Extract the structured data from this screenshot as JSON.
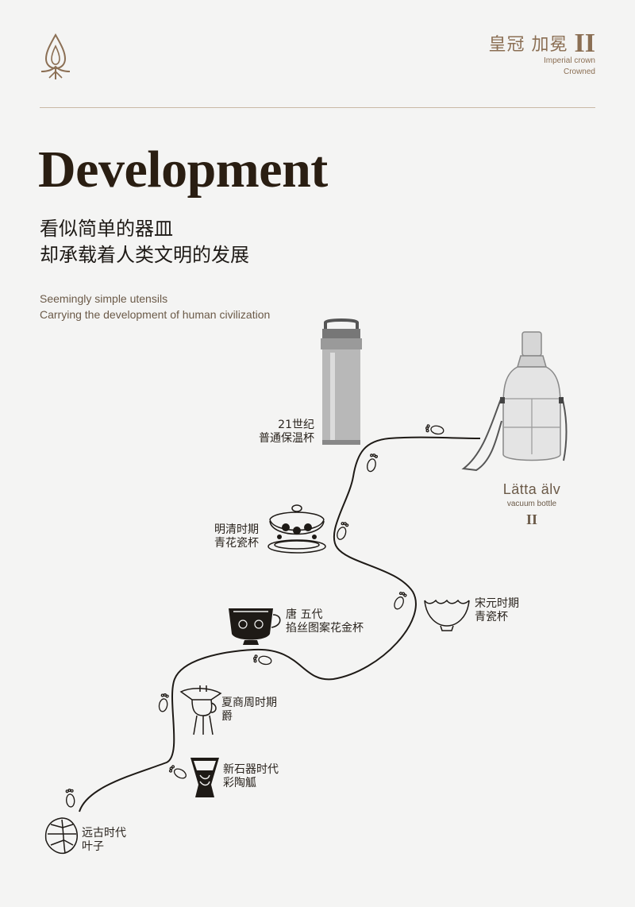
{
  "brand": {
    "title": "皇冠 加冕",
    "numeral": "II",
    "sub_line_1": "Imperial crown",
    "sub_line_2": "Crowned",
    "logo_icon": "flame-leaf-icon",
    "accent_color": "#8b6f54"
  },
  "headline": "Development",
  "intro": {
    "cn_line_1": "看似简单的器皿",
    "cn_line_2": "却承载着人类文明的发展",
    "en_line_1": "Seemingly simple utensils",
    "en_line_2": "Carrying the development of human civilization"
  },
  "timeline": {
    "eras": [
      {
        "id": "ancient",
        "line_1": "远古时代",
        "line_2": "叶子",
        "icon": "monstera-leaf-icon"
      },
      {
        "id": "neolithic",
        "line_1": "新石器时代",
        "line_2": "彩陶觚",
        "icon": "painted-pottery-cup-icon"
      },
      {
        "id": "xia-shang-zhou",
        "line_1": "夏商周时期",
        "line_2": "爵",
        "icon": "bronze-jue-vessel-icon"
      },
      {
        "id": "tang",
        "line_1": "唐 五代",
        "line_2": "掐丝图案花金杯",
        "icon": "gold-filigree-cup-icon"
      },
      {
        "id": "song-yuan",
        "line_1": "宋元时期",
        "line_2": "青瓷杯",
        "icon": "celadon-lotus-cup-icon"
      },
      {
        "id": "ming-qing",
        "line_1": "明清时期",
        "line_2": "青花瓷杯",
        "icon": "blue-white-porcelain-cup-icon"
      },
      {
        "id": "21st-century",
        "line_1": "21世纪",
        "line_2": "普通保温杯",
        "icon": "thermos-bottle-icon"
      }
    ],
    "footprint_icon": "footprint-icon"
  },
  "product": {
    "name": "Lätta älv",
    "sub": "vacuum bottle",
    "numeral": "II",
    "icon": "vacuum-bottle-with-strap-icon"
  }
}
